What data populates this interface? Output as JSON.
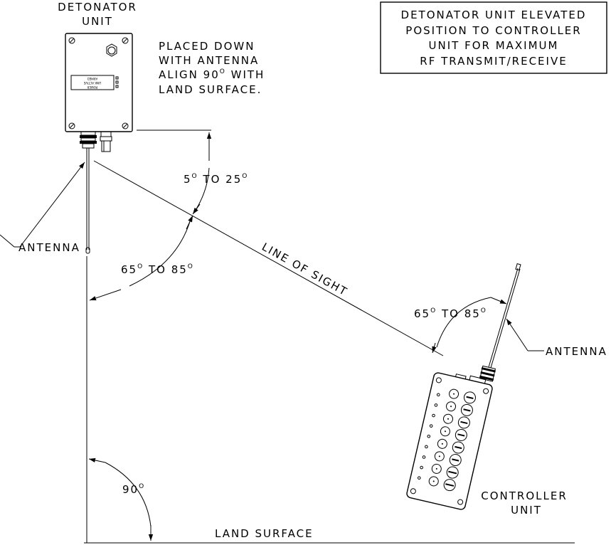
{
  "labels": {
    "detonator_unit_line1": "DETONATOR",
    "detonator_unit_line2": "UNIT",
    "placed_line1": "PLACED DOWN",
    "placed_line2": "WITH ANTENNA",
    "placed_line3_a": "ALIGN 90",
    "placed_line3_sup": "O",
    "placed_line3_b": " WITH",
    "placed_line4": "LAND SURFACE.",
    "note_line1": "DETONATOR UNIT ELEVATED",
    "note_line2": "POSITION TO CONTROLLER",
    "note_line3": "UNIT FOR MAXIMUM",
    "note_line4": "RF TRANSMIT/RECEIVE",
    "antenna_left": "ANTENNA",
    "antenna_right": "ANTENNA",
    "line_of_sight": "LINE OF SIGHT",
    "angle_top_a": "5",
    "angle_top_b": " TO 25",
    "angle_left_a": "65",
    "angle_left_b": " TO 85",
    "angle_right_a": "65",
    "angle_right_b": " TO 85",
    "angle_bottom": "90",
    "degree_mark": "O",
    "controller_line1": "CONTROLLER",
    "controller_line2": "UNIT",
    "land_surface": "LAND SURFACE"
  },
  "detonator_panel": {
    "line1": "ARMED",
    "line2": "LINK ACTIVE",
    "line3": "POWER"
  }
}
